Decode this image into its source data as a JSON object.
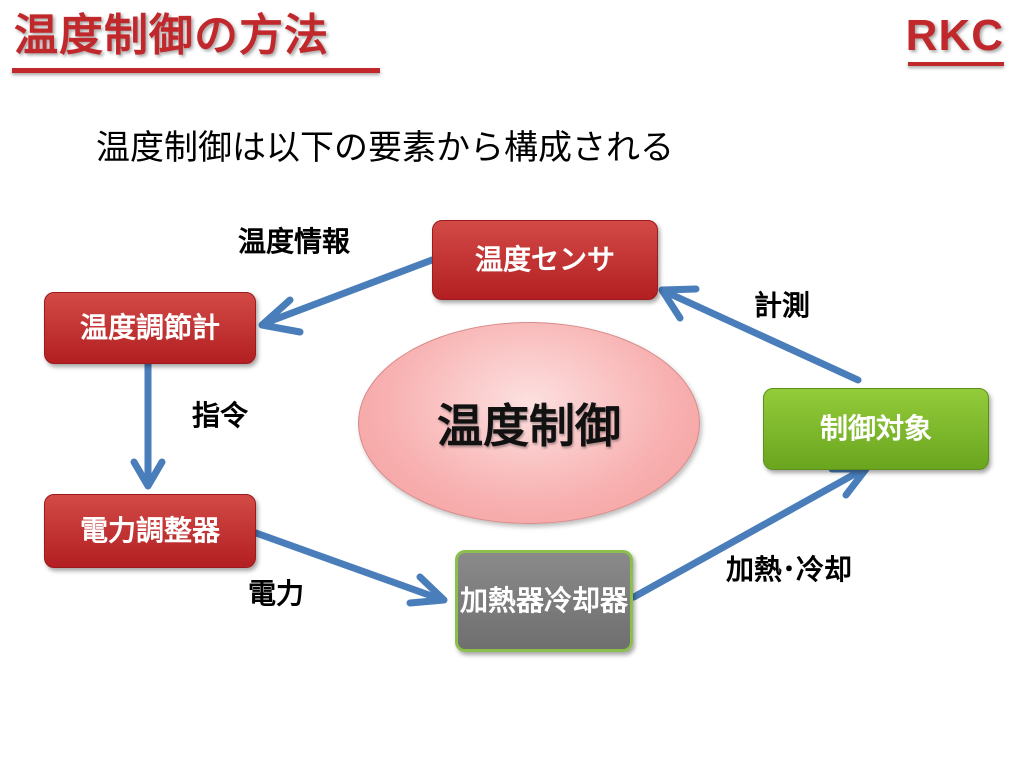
{
  "header": {
    "title": "温度制御の方法",
    "logo": "RKC"
  },
  "subtitle": "温度制御は以下の要素から構成される",
  "center": {
    "label": "温度制御"
  },
  "nodes": {
    "sensor": "温度センサ",
    "controller": "温度調節計",
    "power_regulator": "電力調整器",
    "heater_cooler_line1": "加熱器",
    "heater_cooler_line2": "冷却器",
    "controlled_object": "制御対象"
  },
  "edge_labels": {
    "temperature_info": "温度情報",
    "command": "指令",
    "power": "電力",
    "heating_cooling": "加熱･冷却",
    "measurement": "計測"
  },
  "colors": {
    "brand_red": "#c0282c",
    "box_red": "#c0282c",
    "box_green": "#7cb82f",
    "box_gray": "#7f7f7f",
    "arrow_blue": "#4a7ebb",
    "ellipse_pink": "#f8b0b0"
  }
}
